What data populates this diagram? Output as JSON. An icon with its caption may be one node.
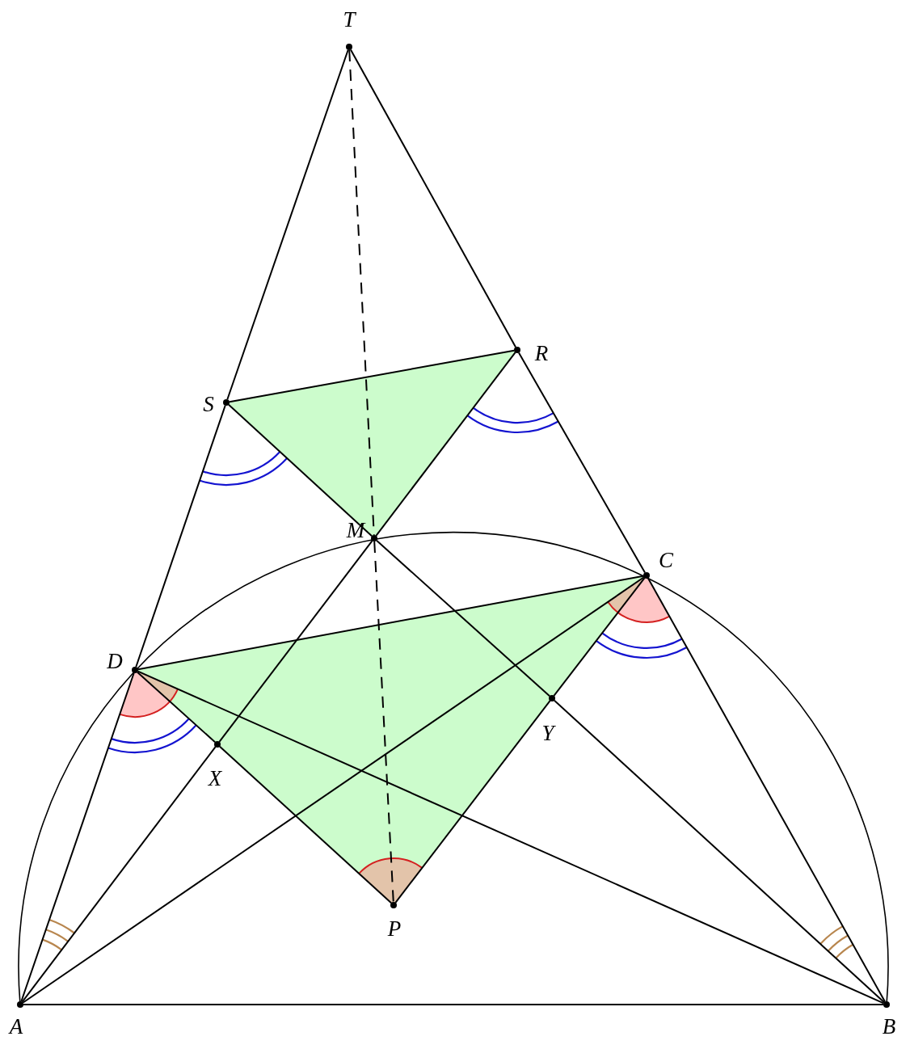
{
  "diagram": {
    "nodes": [
      {
        "text": [],
        "shape": "circle"
      },
      {
        "text": [],
        "shape": "circle"
      },
      {
        "text": [],
        "shape": "circle"
      },
      {
        "text": [],
        "shape": "circle"
      },
      {
        "text": [],
        "shape": "circle"
      },
      {
        "text": [],
        "shape": "circle"
      },
      {
        "text": [],
        "shape": "circle"
      },
      {
        "text": [],
        "shape": "circle"
      },
      {
        "text": [],
        "shape": "circle"
      },
      {
        "text": [],
        "shape": "circle"
      },
      {
        "text": [],
        "shape": "circle"
      }
    ],
    "edges": [
      {
        "from": 9,
        "to": 5,
        "arrow": "none"
      },
      {
        "from": 5,
        "to": 2,
        "arrow": "none"
      },
      {
        "from": 2,
        "to": 0,
        "arrow": "none"
      },
      {
        "from": 10,
        "to": 4,
        "arrow": "none"
      },
      {
        "from": 4,
        "to": 1,
        "arrow": "none"
      },
      {
        "from": 1,
        "to": 0,
        "arrow": "none"
      },
      {
        "from": 2,
        "to": 1,
        "arrow": "none"
      },
      {
        "from": 2,
        "to": 3,
        "arrow": "none"
      },
      {
        "from": 3,
        "to": 6,
        "arrow": "none"
      },
      {
        "from": 6,
        "to": 10,
        "arrow": "none"
      },
      {
        "from": 1,
        "to": 3,
        "arrow": "none"
      },
      {
        "from": 3,
        "to": 7,
        "arrow": "none"
      },
      {
        "from": 7,
        "to": 9,
        "arrow": "none"
      },
      {
        "from": 5,
        "to": 4,
        "arrow": "none"
      },
      {
        "from": 5,
        "to": 7,
        "arrow": "none"
      },
      {
        "from": 7,
        "to": 8,
        "arrow": "none"
      },
      {
        "from": 4,
        "to": 6,
        "arrow": "none"
      },
      {
        "from": 6,
        "to": 8,
        "arrow": "none"
      },
      {
        "from": 5,
        "to": 10,
        "arrow": "none"
      },
      {
        "from": 9,
        "to": 4,
        "arrow": "none"
      },
      {
        "from": 9,
        "to": 10,
        "arrow": "none"
      },
      {
        "from": 0,
        "to": 3,
        "arrow": "none",
        "style": "dashed"
      },
      {
        "from": 3,
        "to": 8,
        "arrow": "none",
        "style": "dashed"
      }
    ],
    "labels": [
      "T",
      "R",
      "S",
      "M",
      "C",
      "D",
      "Y",
      "X",
      "P",
      "A",
      "B"
    ]
  }
}
